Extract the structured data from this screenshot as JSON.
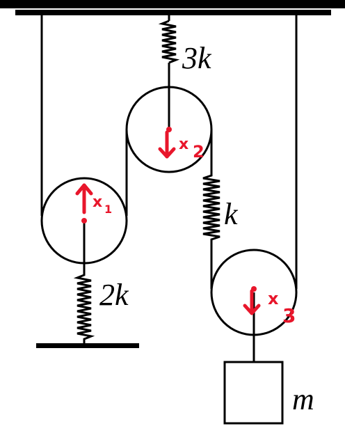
{
  "colors": {
    "background": "#000000",
    "figure_background": "#ffffff",
    "line": "#000000",
    "annotation": "#e8162b"
  },
  "labels": {
    "spring_top": "3k",
    "spring_middle": "k",
    "spring_bottom": "2k",
    "mass": "m"
  },
  "annotations": {
    "pulley_left": "x",
    "pulley_left_sub": "1",
    "pulley_top": "x",
    "pulley_top_sub": "2",
    "pulley_right": "x",
    "pulley_right_sub": "3"
  },
  "arrow_directions": {
    "pulley_left": "up",
    "pulley_top": "down",
    "pulley_right": "down"
  }
}
